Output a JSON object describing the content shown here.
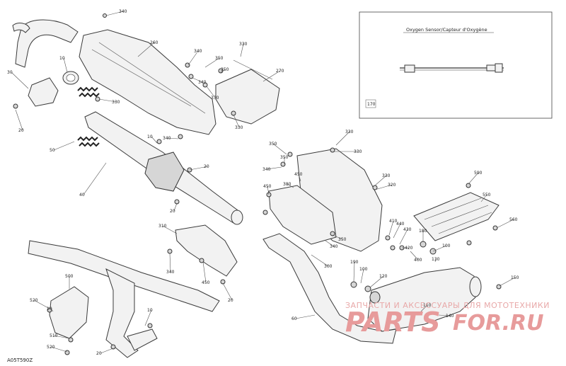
{
  "inset": {
    "title": "Oxygen Sensor/Capteur d'Oxygène",
    "ref": "170"
  },
  "diagram_code": "A05T590Z",
  "watermark": {
    "tagline": "ЗАПЧАСТИ И АКСЕССУАРЫ ДЛЯ МОТОТЕХНИКИ",
    "logo_left": "PARTS",
    "logo_right": "FOR.RU"
  },
  "callouts": [
    {
      "id": "c1",
      "label": "340"
    },
    {
      "id": "c2",
      "label": "260"
    },
    {
      "id": "c3",
      "label": "10"
    },
    {
      "id": "c4",
      "label": "30"
    },
    {
      "id": "c5",
      "label": "20"
    },
    {
      "id": "c6",
      "label": "330"
    },
    {
      "id": "c7",
      "label": "50"
    },
    {
      "id": "c8",
      "label": "340"
    },
    {
      "id": "c9",
      "label": "350"
    },
    {
      "id": "c10",
      "label": "330"
    },
    {
      "id": "c11",
      "label": "350"
    },
    {
      "id": "c12",
      "label": "270"
    },
    {
      "id": "c13",
      "label": "340"
    },
    {
      "id": "c14",
      "label": "330"
    },
    {
      "id": "c15",
      "label": "330"
    },
    {
      "id": "c16",
      "label": "10"
    },
    {
      "id": "c17",
      "label": "340"
    },
    {
      "id": "c18",
      "label": "20"
    },
    {
      "id": "c19",
      "label": "40"
    },
    {
      "id": "c20",
      "label": "20"
    },
    {
      "id": "c21",
      "label": "330"
    },
    {
      "id": "c22",
      "label": "350"
    },
    {
      "id": "c23",
      "label": "350"
    },
    {
      "id": "c24",
      "label": "330"
    },
    {
      "id": "c25",
      "label": "340"
    },
    {
      "id": "c26",
      "label": "450"
    },
    {
      "id": "c27",
      "label": "320"
    },
    {
      "id": "c28",
      "label": "330"
    },
    {
      "id": "c29",
      "label": "450"
    },
    {
      "id": "c30",
      "label": "310"
    },
    {
      "id": "c31",
      "label": "340"
    },
    {
      "id": "c32",
      "label": "450"
    },
    {
      "id": "c33",
      "label": "20"
    },
    {
      "id": "c34",
      "label": "350"
    },
    {
      "id": "c35",
      "label": "340"
    },
    {
      "id": "c36",
      "label": "300"
    },
    {
      "id": "c37",
      "label": "500"
    },
    {
      "id": "c38",
      "label": "520"
    },
    {
      "id": "c39",
      "label": "10"
    },
    {
      "id": "c40",
      "label": "10"
    },
    {
      "id": "c41",
      "label": "510"
    },
    {
      "id": "c42",
      "label": "520"
    },
    {
      "id": "c43",
      "label": "20"
    },
    {
      "id": "c44",
      "label": "60"
    },
    {
      "id": "c45",
      "label": "590"
    },
    {
      "id": "c46",
      "label": "550"
    },
    {
      "id": "c47",
      "label": "560"
    },
    {
      "id": "c48",
      "label": "180"
    },
    {
      "id": "c49",
      "label": "410"
    },
    {
      "id": "c50",
      "label": "440"
    },
    {
      "id": "c51",
      "label": "430"
    },
    {
      "id": "c52",
      "label": "420"
    },
    {
      "id": "c53",
      "label": "400"
    },
    {
      "id": "c54",
      "label": "100"
    },
    {
      "id": "c55",
      "label": "130"
    },
    {
      "id": "c56",
      "label": "190"
    },
    {
      "id": "c57",
      "label": "100"
    },
    {
      "id": "c58",
      "label": "120"
    },
    {
      "id": "c59",
      "label": "150"
    },
    {
      "id": "c60",
      "label": "110"
    },
    {
      "id": "c61",
      "label": "140"
    },
    {
      "id": "c62",
      "label": "380"
    }
  ]
}
